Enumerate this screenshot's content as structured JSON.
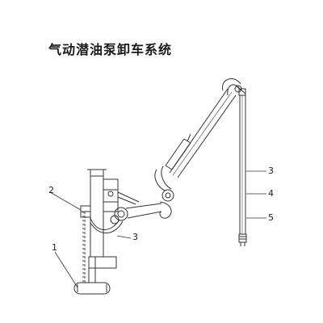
{
  "title": "气动潜油泵卸车系统",
  "callouts": [
    {
      "id": "callout-1",
      "label": "1"
    },
    {
      "id": "callout-2",
      "label": "2"
    },
    {
      "id": "callout-3-left",
      "label": "3"
    },
    {
      "id": "callout-3-right",
      "label": "3"
    },
    {
      "id": "callout-4",
      "label": "4"
    },
    {
      "id": "callout-5",
      "label": "5"
    }
  ],
  "colors": {
    "line": "#333333",
    "background": "#ffffff"
  }
}
